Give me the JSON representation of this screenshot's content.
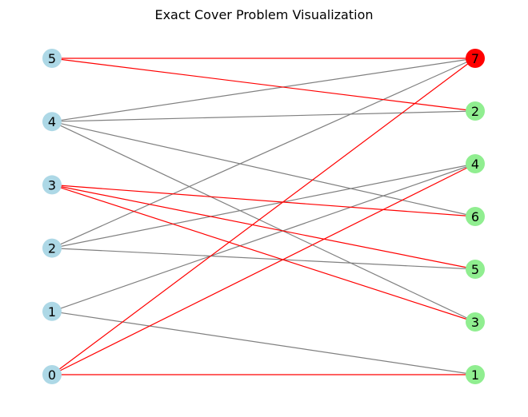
{
  "title": "Exact Cover Problem Visualization",
  "colors": {
    "left_node": "#add8e6",
    "right_node": "#90ee90",
    "highlight_node": "#ff0000",
    "edge_default": "#808080",
    "edge_highlight": "#ff0000",
    "text": "#000000",
    "background": "#ffffff"
  },
  "left_nodes": [
    {
      "id": "L0",
      "label": "0"
    },
    {
      "id": "L1",
      "label": "1"
    },
    {
      "id": "L2",
      "label": "2"
    },
    {
      "id": "L3",
      "label": "3"
    },
    {
      "id": "L4",
      "label": "4"
    },
    {
      "id": "L5",
      "label": "5"
    }
  ],
  "right_nodes": [
    {
      "id": "R1",
      "label": "1",
      "highlight": false
    },
    {
      "id": "R3",
      "label": "3",
      "highlight": false
    },
    {
      "id": "R5",
      "label": "5",
      "highlight": false
    },
    {
      "id": "R6",
      "label": "6",
      "highlight": false
    },
    {
      "id": "R4",
      "label": "4",
      "highlight": false
    },
    {
      "id": "R2",
      "label": "2",
      "highlight": false
    },
    {
      "id": "R7",
      "label": "7",
      "highlight": true
    }
  ],
  "edges": [
    {
      "from": "L5",
      "to": "R7",
      "highlight": true
    },
    {
      "from": "L5",
      "to": "R2",
      "highlight": true
    },
    {
      "from": "L4",
      "to": "R7",
      "highlight": false
    },
    {
      "from": "L4",
      "to": "R2",
      "highlight": false
    },
    {
      "from": "L4",
      "to": "R6",
      "highlight": false
    },
    {
      "from": "L4",
      "to": "R3",
      "highlight": false
    },
    {
      "from": "L3",
      "to": "R6",
      "highlight": true
    },
    {
      "from": "L3",
      "to": "R5",
      "highlight": true
    },
    {
      "from": "L3",
      "to": "R3",
      "highlight": true
    },
    {
      "from": "L2",
      "to": "R7",
      "highlight": false
    },
    {
      "from": "L2",
      "to": "R4",
      "highlight": false
    },
    {
      "from": "L2",
      "to": "R5",
      "highlight": false
    },
    {
      "from": "L1",
      "to": "R4",
      "highlight": false
    },
    {
      "from": "L1",
      "to": "R1",
      "highlight": false
    },
    {
      "from": "L0",
      "to": "R7",
      "highlight": true
    },
    {
      "from": "L0",
      "to": "R4",
      "highlight": true
    },
    {
      "from": "L0",
      "to": "R1",
      "highlight": true
    }
  ]
}
